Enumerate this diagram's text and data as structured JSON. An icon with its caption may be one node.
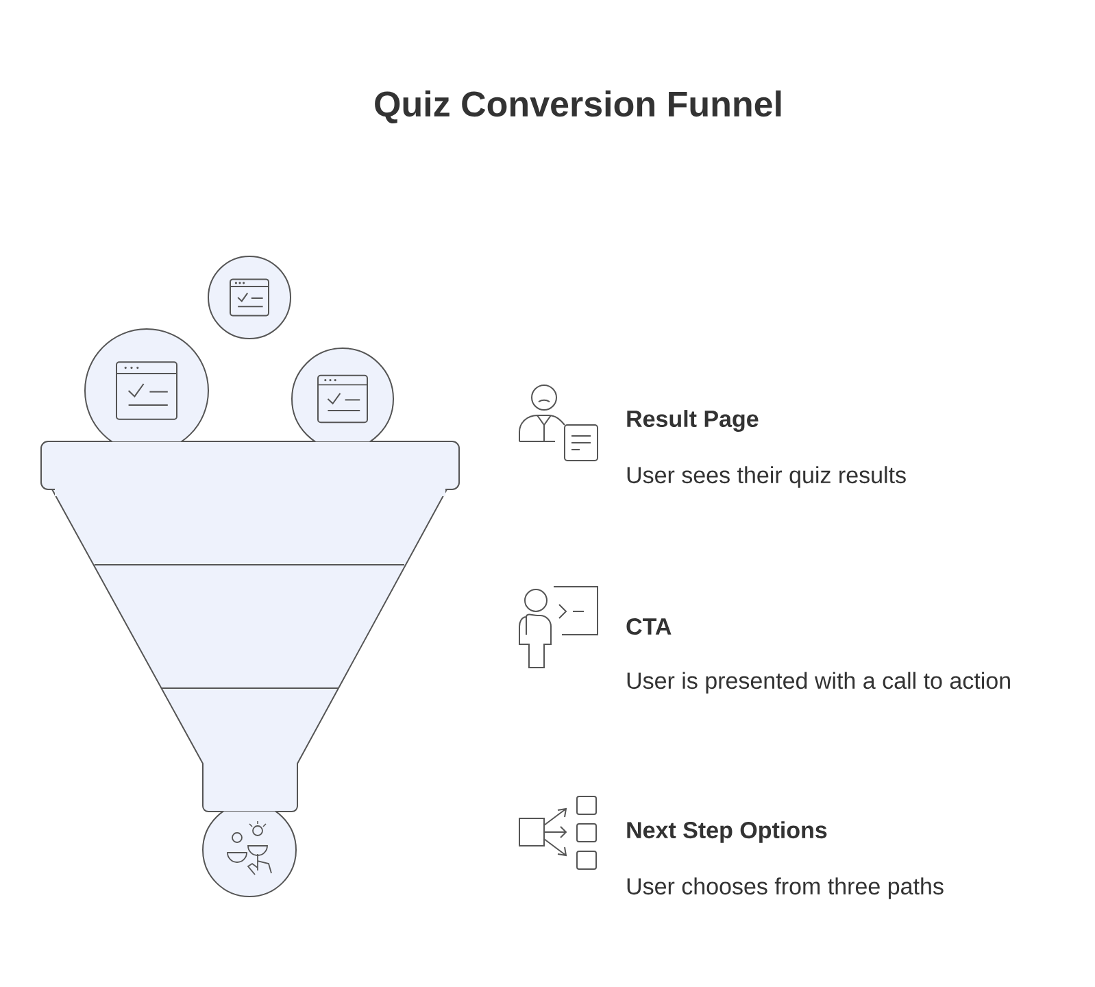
{
  "diagram": {
    "title": "Quiz Conversion Funnel",
    "labels": [
      "Result Page",
      "User sees their quiz results",
      "CTA",
      "User is presented with a call to action",
      "Next Step Options",
      "User chooses from three paths"
    ]
  }
}
